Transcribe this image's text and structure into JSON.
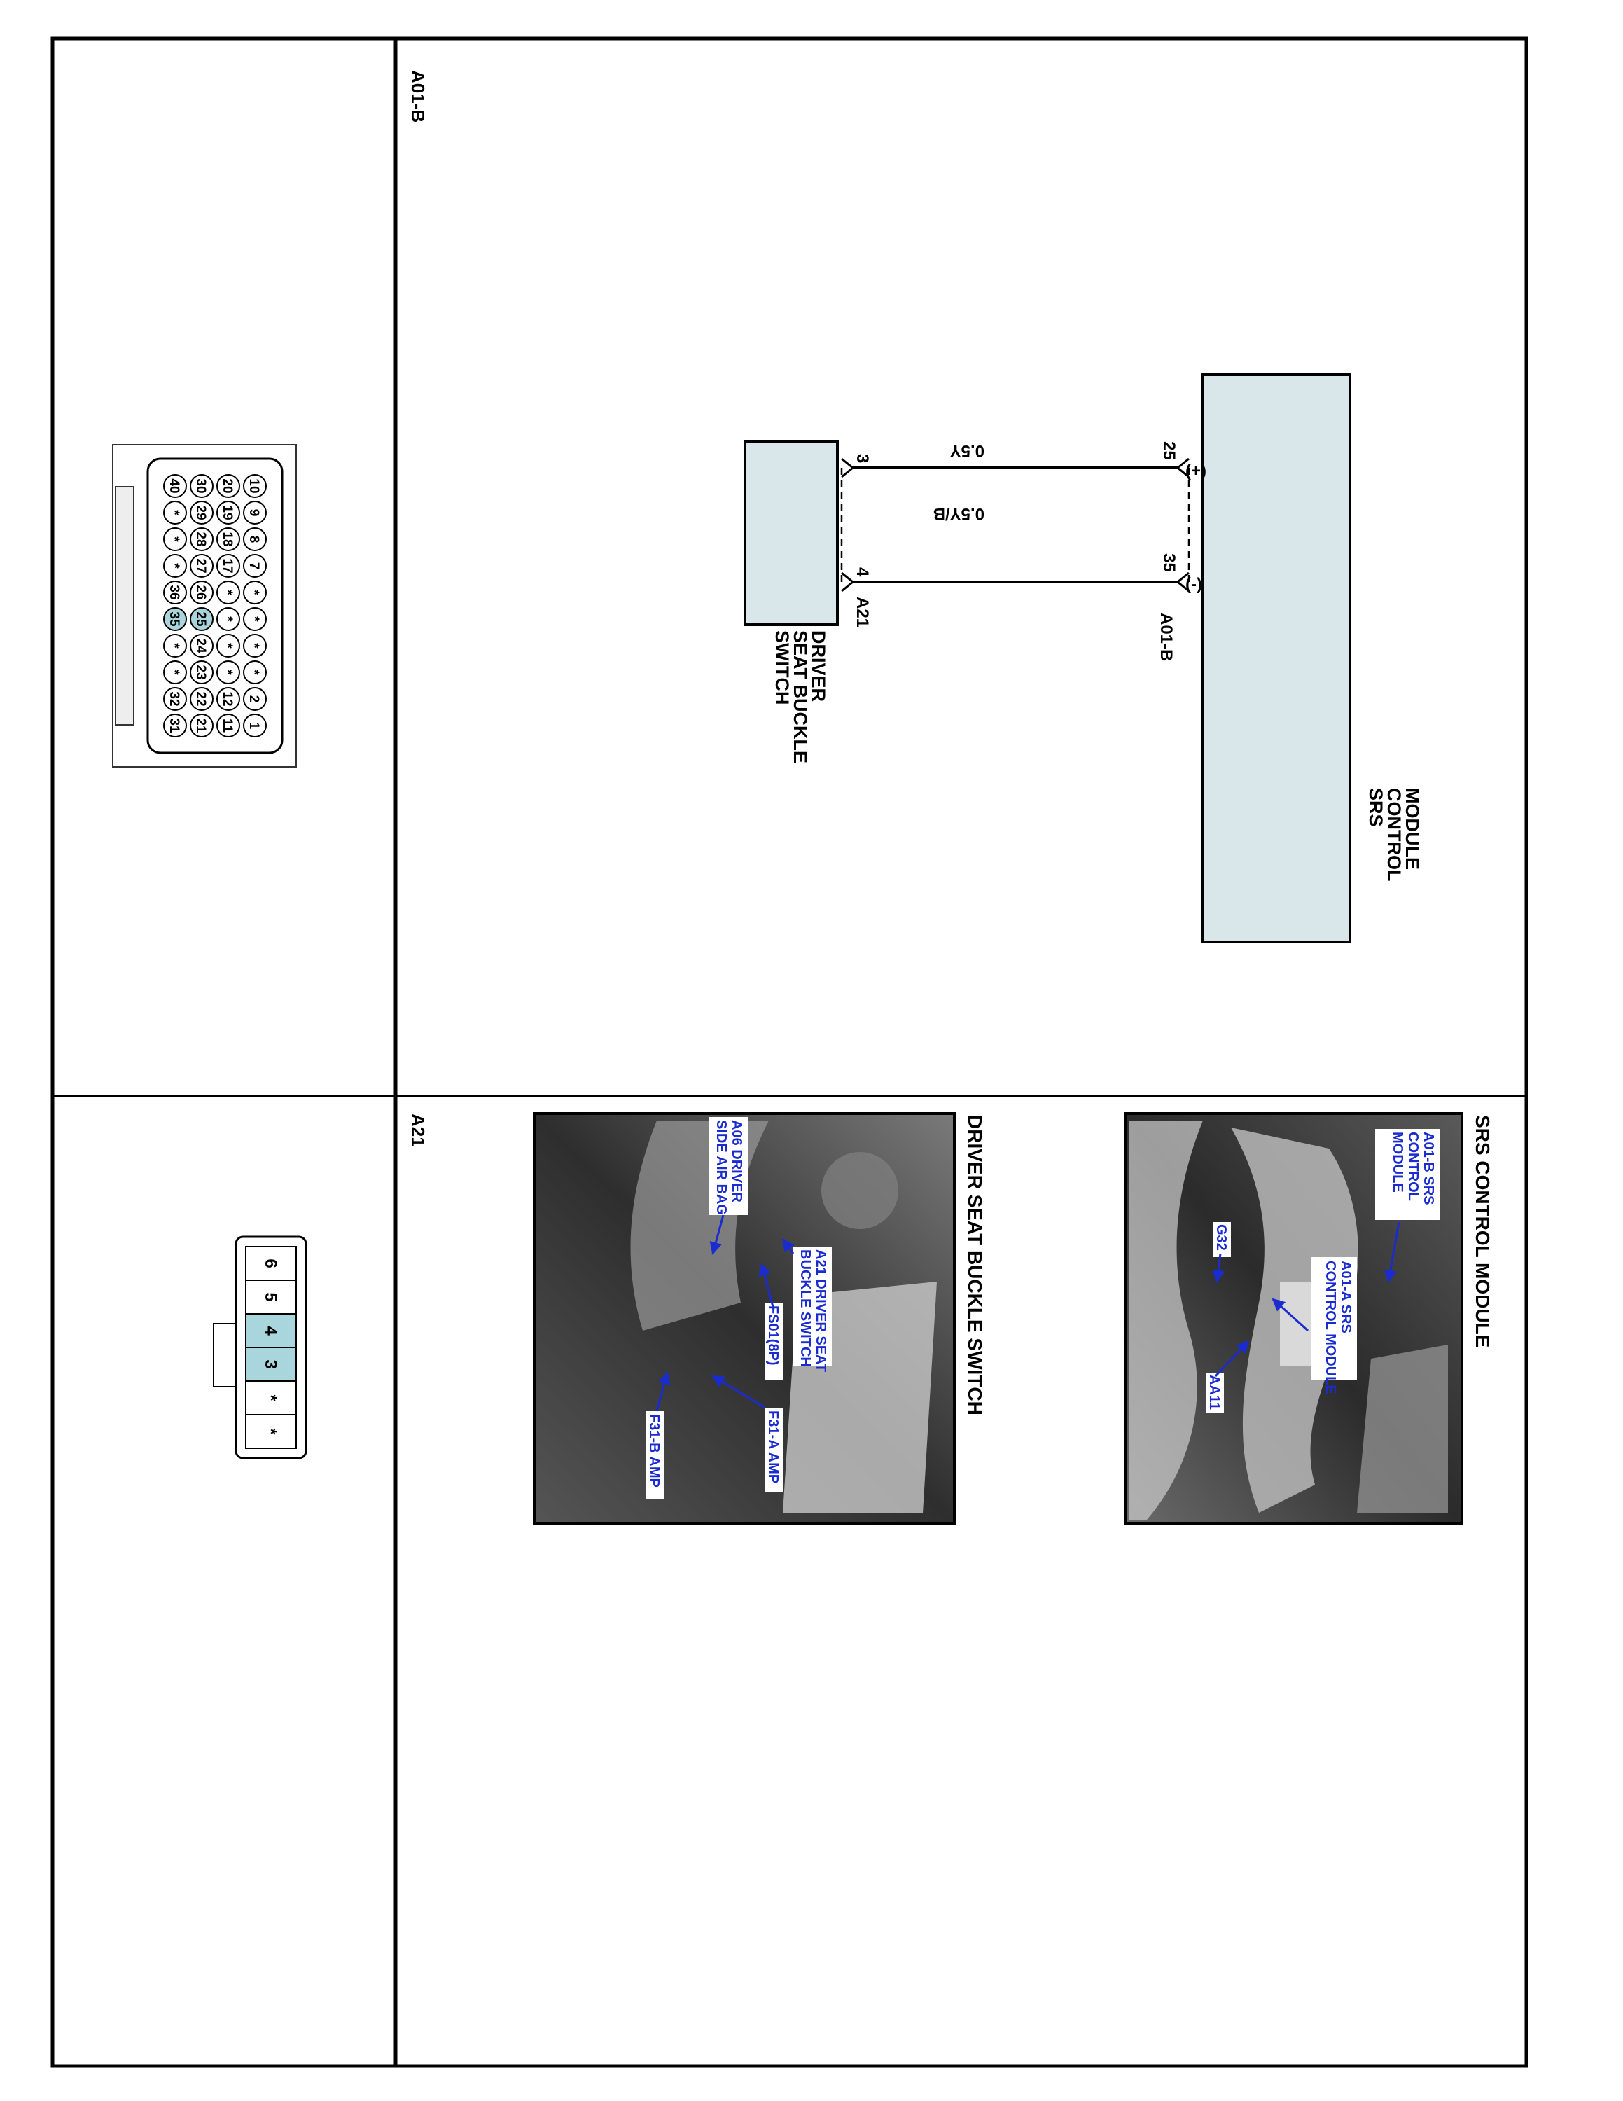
{
  "connector_a01b": {
    "title": "A01-B",
    "rows": [
      [
        "10",
        "9",
        "8",
        "7",
        "*",
        "*",
        "*",
        "*",
        "2",
        "1"
      ],
      [
        "20",
        "19",
        "18",
        "17",
        "*",
        "*",
        "*",
        "*",
        "12",
        "11"
      ],
      [
        "30",
        "29",
        "28",
        "27",
        "26",
        "25",
        "24",
        "23",
        "22",
        "21"
      ],
      [
        "40",
        "*",
        "*",
        "*",
        "36",
        "35",
        "*",
        "*",
        "32",
        "31"
      ]
    ],
    "highlighted_pins": [
      "25",
      "35"
    ]
  },
  "connector_a21": {
    "title": "A21",
    "pins": [
      "6",
      "5",
      "4",
      "3",
      "*",
      "*"
    ],
    "highlighted_pins": [
      "4",
      "3"
    ]
  },
  "schematic": {
    "srs_module_label": [
      "SRS",
      "CONTROL",
      "MODULE"
    ],
    "connector_name": "A01-B",
    "plus_label": "(+)",
    "minus_label": "(-)",
    "pin_plus": "25",
    "pin_minus": "35",
    "wire_1": "0.5Y",
    "wire_2": "0.5Y/B",
    "switch_pin_1": "3",
    "switch_pin_2": "4",
    "switch_connector": "A21",
    "switch_label": [
      "DRIVER",
      "SEAT BUCKLE",
      "SWITCH"
    ]
  },
  "photo_srs": {
    "title": "SRS CONTROL MODULE",
    "labels": {
      "b_module": [
        "A01-B SRS",
        "CONTROL",
        "MODULE"
      ],
      "a_module": [
        "A01-A SRS",
        "CONTROL MODULE"
      ],
      "g32": "G32",
      "aa11": "AA11"
    }
  },
  "photo_buckle": {
    "title": "DRIVER SEAT BUCKLE SWITCH",
    "labels": {
      "a21": [
        "A21 DRIVER SEAT",
        "BUCKLE SWITCH"
      ],
      "a06": [
        "A06 DRIVER",
        "SIDE AIR BAG"
      ],
      "fs01": "FS01(8P)",
      "f31a": "F31-A AMP",
      "f31b": "F31-B AMP"
    }
  },
  "colors": {
    "pin_highlight": "#a9d6dc",
    "module_fill": "#d9e7ea",
    "label_blue": "#1a2bd0"
  }
}
